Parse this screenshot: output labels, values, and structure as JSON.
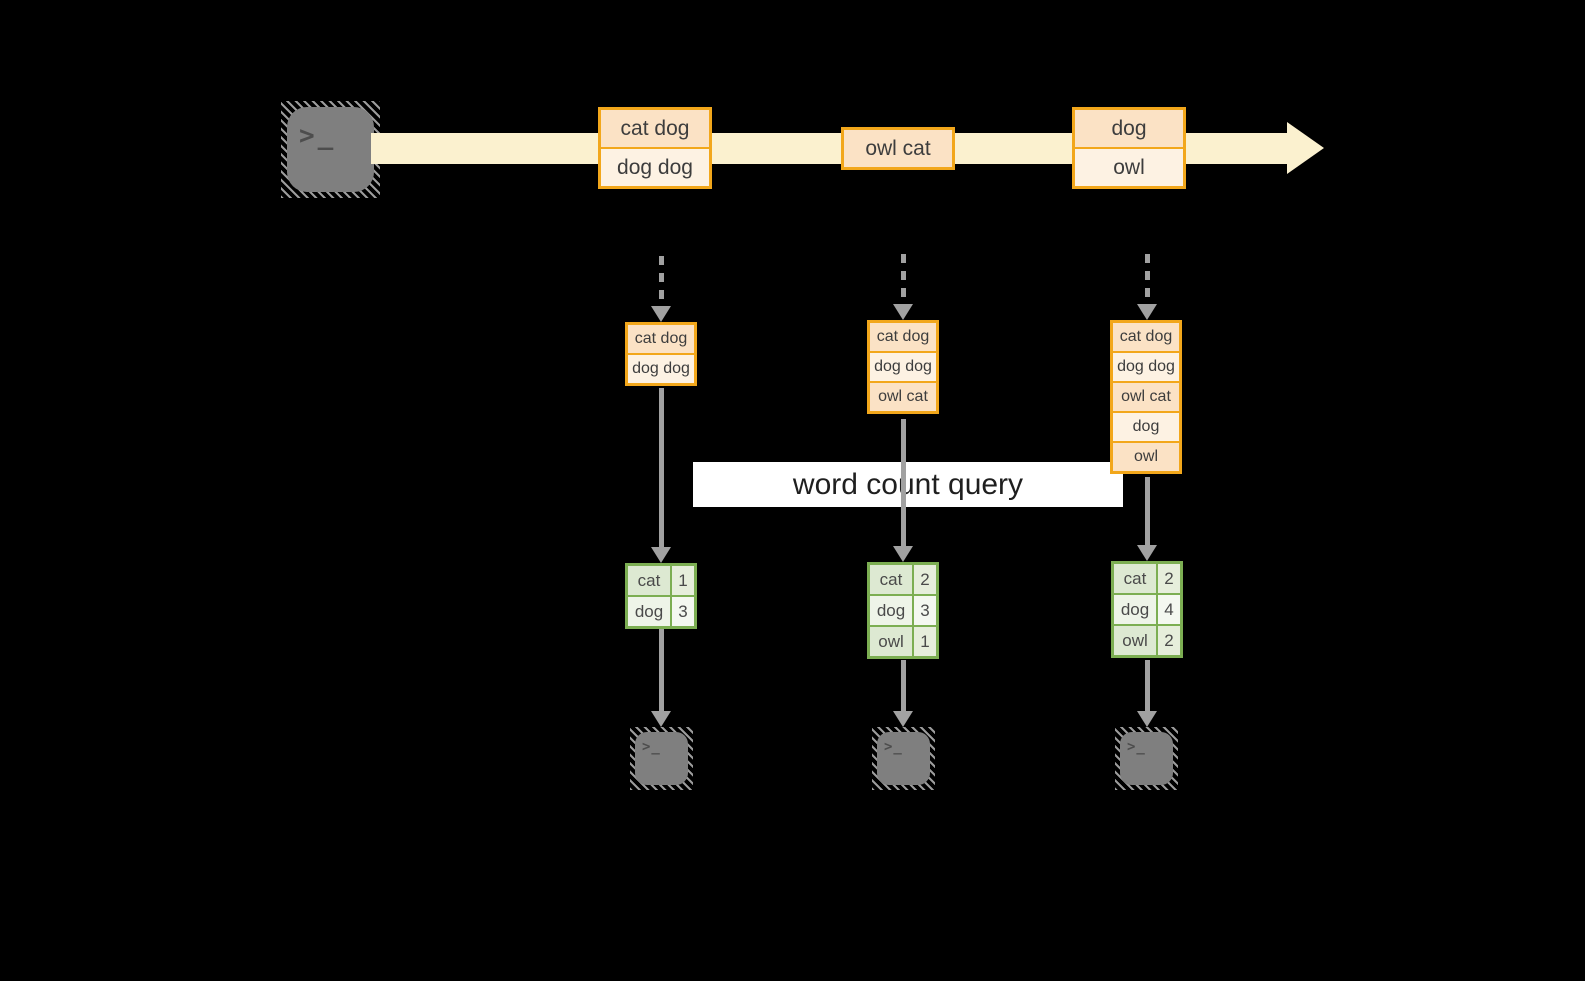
{
  "diagram": {
    "title_hint": "stream word count query",
    "banner": {
      "label": "word count query"
    },
    "colors": {
      "background": "#000000",
      "stream_band": "#FBF1CF",
      "orange_border": "#F2A71B",
      "orange_cell_dark": "#FBE2C5",
      "orange_cell_light": "#FDF2E3",
      "green_border": "#7CAE52",
      "green_cell_dark": "#DDE9D2",
      "green_cell_light": "#EEF4E8",
      "arrow_gray": "#A1A1A1",
      "terminal_gray": "#7F7F7F",
      "banner_bg": "#FFFFFF"
    },
    "source_icon": {
      "glyph": ">_"
    },
    "stream_records": [
      {
        "cells": [
          "cat dog",
          "dog dog"
        ]
      },
      {
        "cells": [
          "owl cat"
        ]
      },
      {
        "cells": [
          "dog",
          "owl"
        ]
      }
    ],
    "state_tables": [
      {
        "cells": [
          "cat dog",
          "dog dog"
        ]
      },
      {
        "cells": [
          "cat dog",
          "dog dog",
          "owl cat"
        ]
      },
      {
        "cells": [
          "cat dog",
          "dog dog",
          "owl cat",
          "dog",
          "owl"
        ]
      }
    ],
    "count_tables": [
      {
        "rows": [
          {
            "word": "cat",
            "count": "1"
          },
          {
            "word": "dog",
            "count": "3"
          }
        ]
      },
      {
        "rows": [
          {
            "word": "cat",
            "count": "2"
          },
          {
            "word": "dog",
            "count": "3"
          },
          {
            "word": "owl",
            "count": "1"
          }
        ]
      },
      {
        "rows": [
          {
            "word": "cat",
            "count": "2"
          },
          {
            "word": "dog",
            "count": "4"
          },
          {
            "word": "owl",
            "count": "2"
          }
        ]
      }
    ],
    "sink_icons": [
      {
        "glyph": ">_"
      },
      {
        "glyph": ">_"
      },
      {
        "glyph": ">_"
      }
    ]
  }
}
